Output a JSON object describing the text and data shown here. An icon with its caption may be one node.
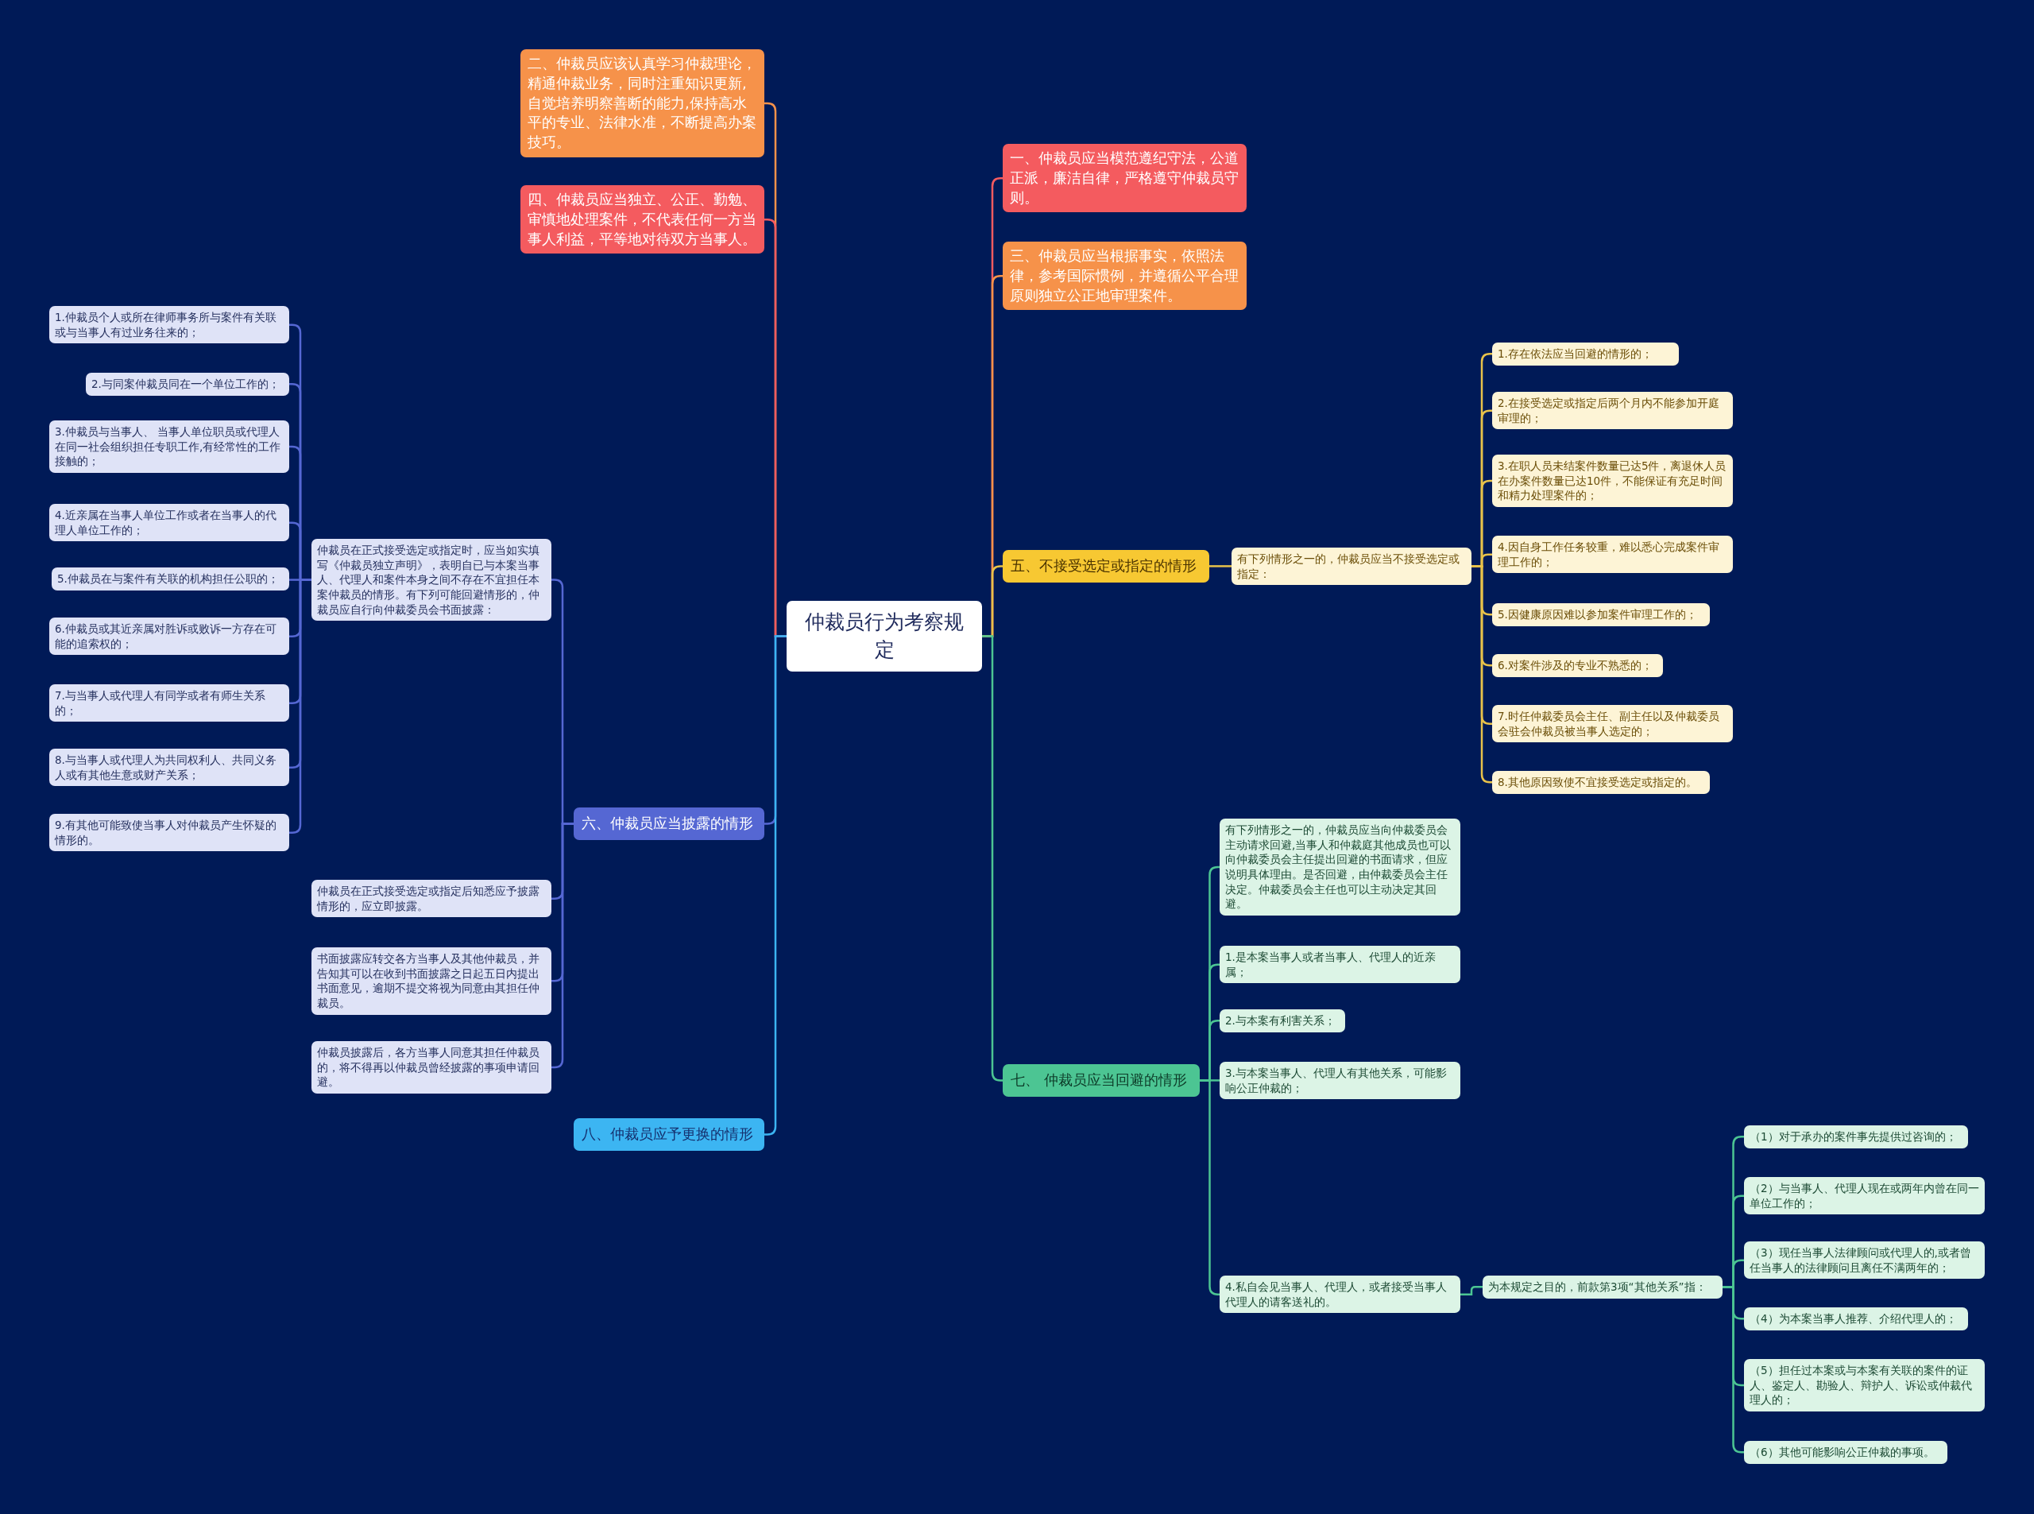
{
  "diagram": {
    "nodes": [
      {
        "text": [
          "仲裁员行为考察规定"
        ]
      },
      {
        "text": [
          "二、仲裁员应该认真学习仲裁理论，精通仲裁业务，同时注重知识更新,自觉培养明察善断的能力,保持高水平的专业、法律水准，不断提高办案技巧。"
        ]
      },
      {
        "text": [
          "四、仲裁员应当独立、公正、勤勉、审慎地处理案件，不代表任何一方当事人利益，平等地对待双方当事人。"
        ]
      },
      {
        "text": [
          "六、仲裁员应当披露的情形"
        ]
      },
      {
        "text": [
          "八、仲裁员应予更换的情形"
        ]
      },
      {
        "text": [
          "仲裁员在正式接受选定或指定时，应当如实填写《仲裁员独立声明》，表明自已与本案当事人、代理人和案件本身之间不存在不宜担任本案仲裁员的情形。有下列可能回避情形的，仲裁员应自行向仲裁委员会书面披露："
        ]
      },
      {
        "text": [
          "1.仲裁员个人或所在律师事务所与案件有关联或与当事人有过业务往来的；"
        ]
      },
      {
        "text": [
          "2.与同案仲裁员同在一个单位工作的；"
        ]
      },
      {
        "text": [
          "3.仲裁员与当事人、 当事人单位职员或代理人在同一社会组织担任专职工作,有经常性的工作接触的；"
        ]
      },
      {
        "text": [
          "4.近亲属在当事人单位工作或者在当事人的代理人单位工作的；"
        ]
      },
      {
        "text": [
          "5.仲裁员在与案件有关联的机构担任公职的；"
        ]
      },
      {
        "text": [
          "6.仲裁员或其近亲属对胜诉或败诉一方存在可能的追索权的；"
        ]
      },
      {
        "text": [
          "7.与当事人或代理人有同学或者有师生关系的；"
        ]
      },
      {
        "text": [
          "8.与当事人或代理人为共同权利人、共同义务人或有其他生意或财产关系；"
        ]
      },
      {
        "text": [
          "9.有其他可能致使当事人对仲裁员产生怀疑的情形的。"
        ]
      },
      {
        "text": [
          "仲裁员在正式接受选定或指定后知悉应予披露情形的，应立即披露。"
        ]
      },
      {
        "text": [
          "书面披露应转交各方当事人及其他仲裁员，并告知其可以在收到书面披露之日起五日内提出书面意见，逾期不提交将视为同意由其担任仲裁员。"
        ]
      },
      {
        "text": [
          "仲裁员披露后，各方当事人同意其担任仲裁员的，将不得再以仲裁员曾经披露的事项申请回避。"
        ]
      },
      {
        "text": [
          "一、仲裁员应当模范遵纪守法，公道正派，廉洁自律，严格遵守仲裁员守则。"
        ]
      },
      {
        "text": [
          "三、仲裁员应当根据事实，依照法律，参考国际惯例，并遵循公平合理原则独立公正地审理案件。"
        ]
      },
      {
        "text": [
          "五、不接受选定或指定的情形"
        ]
      },
      {
        "text": [
          "有下列情形之一的，仲裁员应当不接受选定或指定："
        ]
      },
      {
        "text": [
          "1.存在依法应当回避的情形的；"
        ]
      },
      {
        "text": [
          "2.在接受选定或指定后两个月内不能参加开庭审理的；"
        ]
      },
      {
        "text": [
          "3.在职人员未结案件数量已达5件，离退休人员在办案件数量已达10件，不能保证有充足时间和精力处理案件的；"
        ]
      },
      {
        "text": [
          "4.因自身工作任务较重，难以悉心完成案件审理工作的；"
        ]
      },
      {
        "text": [
          "5.因健康原因难以参加案件审理工作的；"
        ]
      },
      {
        "text": [
          "6.对案件涉及的专业不熟悉的；"
        ]
      },
      {
        "text": [
          "7.时任仲裁委员会主任、副主任以及仲裁委员会驻会仲裁员被当事人选定的；"
        ]
      },
      {
        "text": [
          "8.其他原因致使不宜接受选定或指定的。"
        ]
      },
      {
        "text": [
          "七、 仲裁员应当回避的情形"
        ]
      },
      {
        "text": [
          "有下列情形之一的，仲裁员应当向仲裁委员会主动请求回避,当事人和仲裁庭其他成员也可以向仲裁委员会主任提出回避的书面请求，但应说明具体理由。是否回避，由仲裁委员会主任决定。仲裁委员会主任也可以主动决定其回避。"
        ]
      },
      {
        "text": [
          "1.是本案当事人或者当事人、代理人的近亲属；"
        ]
      },
      {
        "text": [
          "2.与本案有利害关系；"
        ]
      },
      {
        "text": [
          "3.与本案当事人、代理人有其他关系，可能影响公正仲裁的；"
        ]
      },
      {
        "text": [
          "4.私自会见当事人、代理人，或者接受当事人代理人的请客送礼的。"
        ]
      },
      {
        "text": [
          "为本规定之目的，前款第3项“其他关系”指："
        ]
      },
      {
        "text": [
          "（1）对于承办的案件事先提供过咨询的；"
        ]
      },
      {
        "text": [
          "（2）与当事人、代理人现在或两年内曾在同一单位工作的；"
        ]
      },
      {
        "text": [
          "（3）现任当事人法律顾问或代理人的,或者曾任当事人的法律顾问且离任不满两年的；"
        ]
      },
      {
        "text": [
          "（4）为本案当事人推荐、介绍代理人的；"
        ]
      },
      {
        "text": [
          "（5）担任过本案或与本案有关联的案件的证人、鉴定人、勘验人、辩护人、诉讼或仲裁代理人的；"
        ]
      },
      {
        "text": [
          "（6）其他可能影响公正仲裁的事项。"
        ]
      }
    ],
    "edges": [
      {
        "from": 0,
        "to": 1,
        "arrow": "none",
        "color": "#f6924a"
      },
      {
        "from": 0,
        "to": 2,
        "arrow": "none",
        "color": "#f45b5f"
      },
      {
        "from": 0,
        "to": 3,
        "arrow": "none"
      },
      {
        "from": 0,
        "to": 4,
        "arrow": "none",
        "color": "#3cb5f2"
      },
      {
        "from": 3,
        "to": 5,
        "arrow": "none"
      },
      {
        "from": 5,
        "to": 6,
        "arrow": "none"
      },
      {
        "from": 5,
        "to": 7,
        "arrow": "none"
      },
      {
        "from": 5,
        "to": 8,
        "arrow": "none"
      },
      {
        "from": 5,
        "to": 9,
        "arrow": "none"
      },
      {
        "from": 5,
        "to": 10,
        "arrow": "none"
      },
      {
        "from": 5,
        "to": 11,
        "arrow": "none"
      },
      {
        "from": 5,
        "to": 12,
        "arrow": "none"
      },
      {
        "from": 5,
        "to": 13,
        "arrow": "none"
      },
      {
        "from": 5,
        "to": 14,
        "arrow": "none"
      },
      {
        "from": 3,
        "to": 15,
        "arrow": "none"
      },
      {
        "from": 3,
        "to": 16,
        "arrow": "none"
      },
      {
        "from": 3,
        "to": 17,
        "arrow": "none"
      },
      {
        "from": 0,
        "to": 18,
        "arrow": "none",
        "color": "#f45b5f"
      },
      {
        "from": 0,
        "to": 19,
        "arrow": "none",
        "color": "#f6924a"
      },
      {
        "from": 0,
        "to": 20,
        "arrow": "none",
        "color": "#e8c24a"
      },
      {
        "from": 20,
        "to": 21,
        "arrow": "none",
        "color": "#e8c24a"
      },
      {
        "from": 21,
        "to": 22,
        "arrow": "none",
        "color": "#e8c24a"
      },
      {
        "from": 21,
        "to": 23,
        "arrow": "none",
        "color": "#e8c24a"
      },
      {
        "from": 21,
        "to": 24,
        "arrow": "none",
        "color": "#e8c24a"
      },
      {
        "from": 21,
        "to": 25,
        "arrow": "none",
        "color": "#e8c24a"
      },
      {
        "from": 21,
        "to": 26,
        "arrow": "none",
        "color": "#e8c24a"
      },
      {
        "from": 21,
        "to": 27,
        "arrow": "none",
        "color": "#e8c24a"
      },
      {
        "from": 21,
        "to": 28,
        "arrow": "none",
        "color": "#e8c24a"
      },
      {
        "from": 21,
        "to": 29,
        "arrow": "none",
        "color": "#e8c24a"
      },
      {
        "from": 0,
        "to": 30,
        "arrow": "none",
        "color": "#4cc593"
      },
      {
        "from": 30,
        "to": 31,
        "arrow": "none",
        "color": "#4cc593"
      },
      {
        "from": 30,
        "to": 32,
        "arrow": "none",
        "color": "#4cc593"
      },
      {
        "from": 30,
        "to": 33,
        "arrow": "none",
        "color": "#4cc593"
      },
      {
        "from": 30,
        "to": 34,
        "arrow": "none",
        "color": "#4cc593"
      },
      {
        "from": 30,
        "to": 35,
        "arrow": "none",
        "color": "#4cc593"
      },
      {
        "from": 35,
        "to": 36,
        "arrow": "none",
        "color": "#4cc593"
      },
      {
        "from": 36,
        "to": 37,
        "arrow": "none",
        "color": "#4cc593"
      },
      {
        "from": 36,
        "to": 38,
        "arrow": "none",
        "color": "#4cc593"
      },
      {
        "from": 36,
        "to": 39,
        "arrow": "none",
        "color": "#4cc593"
      },
      {
        "from": 36,
        "to": 40,
        "arrow": "none",
        "color": "#4cc593"
      },
      {
        "from": 36,
        "to": 41,
        "arrow": "none",
        "color": "#4cc593"
      },
      {
        "from": 36,
        "to": 42,
        "arrow": "none",
        "color": "#4cc593"
      }
    ]
  }
}
